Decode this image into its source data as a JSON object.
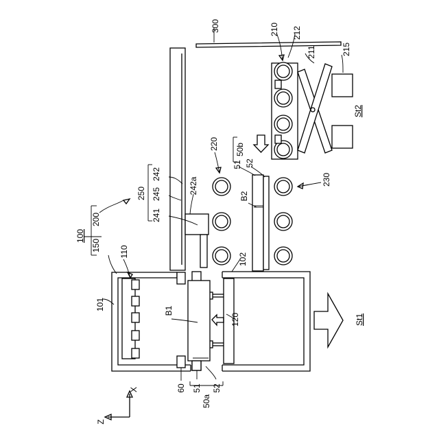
{
  "labels": {
    "n100": "100",
    "n150": "150",
    "n200": "200",
    "n250": "250",
    "n245": "245",
    "n242": "242",
    "n242a": "242a",
    "n241": "241",
    "n110": "110",
    "n101": "101",
    "nB1": "B1",
    "n120": "120",
    "n60": "60",
    "n51a": "51",
    "n52a": "52",
    "n50a": "50a",
    "n102": "102",
    "nB2": "B2",
    "n51b": "51",
    "n52b": "52",
    "n50b": "50b",
    "n220": "220",
    "n230": "230",
    "n210": "210",
    "n212": "212",
    "n211": "211",
    "n215": "215",
    "n300": "300",
    "nSt1": "St1",
    "nSt2": "St2",
    "axisX": "X",
    "axisZ": "Z"
  }
}
